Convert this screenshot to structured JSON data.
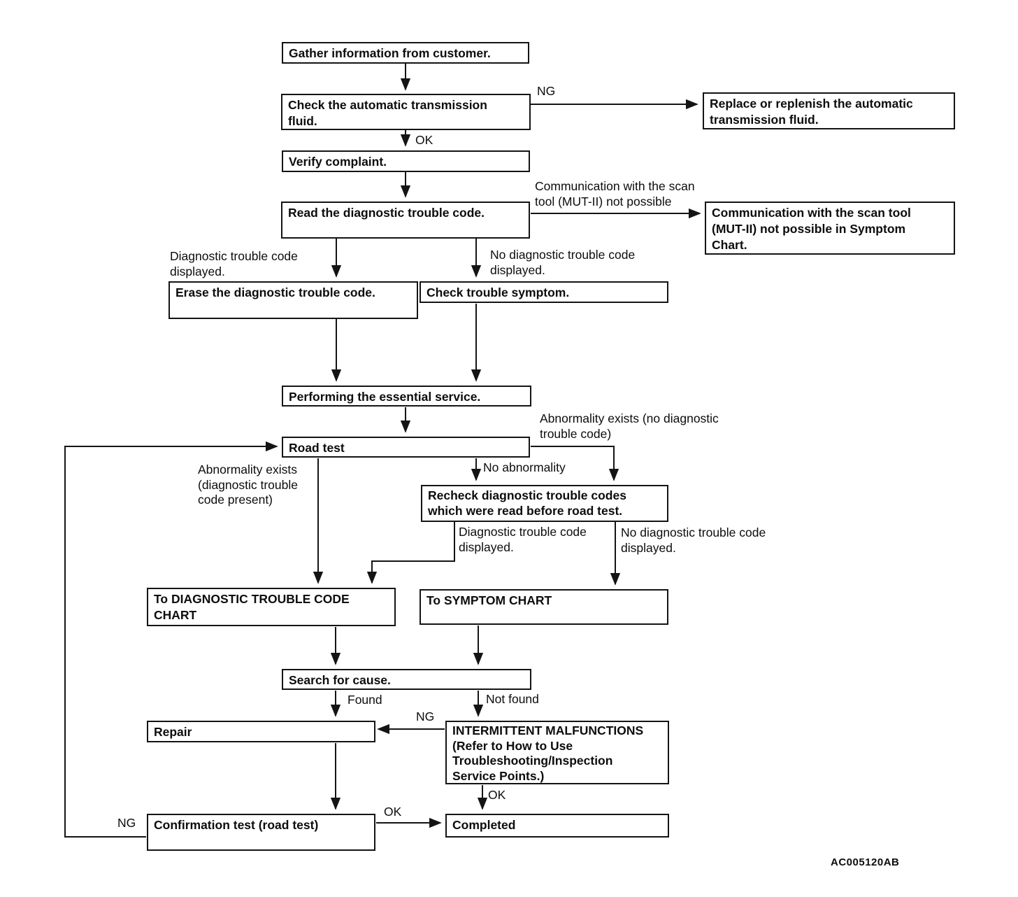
{
  "diagram": {
    "figure_code": "AC005120AB",
    "nodes": {
      "gather": "Gather information from customer.",
      "check_fluid": "Check the automatic transmission\nfluid.",
      "replace_fluid": "Replace or replenish the automatic\ntransmission fluid.",
      "verify": "Verify complaint.",
      "read_dtc": "Read the diagnostic trouble code.",
      "comm_symptom": "Communication with the scan tool\n(MUT-II) not possible in Symptom\nChart.",
      "erase": "Erase the diagnostic trouble code.",
      "check_symptom": "Check trouble symptom.",
      "essential": "Performing the essential service.",
      "road_test": "Road test",
      "recheck": "Recheck diagnostic trouble codes\nwhich were read before road test.",
      "to_dtc_chart": "To DIAGNOSTIC TROUBLE CODE\nCHART",
      "to_symptom_chart": "To SYMPTOM CHART",
      "search_cause": "Search for cause.",
      "repair": "Repair",
      "intermittent": "INTERMITTENT MALFUNCTIONS\n(Refer to How to Use\nTroubleshooting/Inspection\nService Points.)",
      "confirmation": "Confirmation test (road test)",
      "completed": "Completed"
    },
    "edge_labels": {
      "ng_fluid": "NG",
      "ok_fluid": "OK",
      "comm_not_possible": "Communication with the scan\ntool (MUT-II) not possible",
      "dtc_displayed_1": "Diagnostic trouble code\ndisplayed.",
      "no_dtc_displayed_1": "No diagnostic trouble code\ndisplayed.",
      "abnormality_no_dtc": "Abnormality exists (no diagnostic\ntrouble code)",
      "no_abnormality": "No abnormality",
      "abnormality_dtc": "Abnormality exists\n(diagnostic trouble\ncode present)",
      "dtc_displayed_2": "Diagnostic trouble code\ndisplayed.",
      "no_dtc_displayed_2": "No diagnostic trouble code\ndisplayed.",
      "found": "Found",
      "not_found": "Not found",
      "ng_intermittent": "NG",
      "ok_intermittent": "OK",
      "ok_confirmation": "OK",
      "ng_confirmation": "NG"
    }
  }
}
